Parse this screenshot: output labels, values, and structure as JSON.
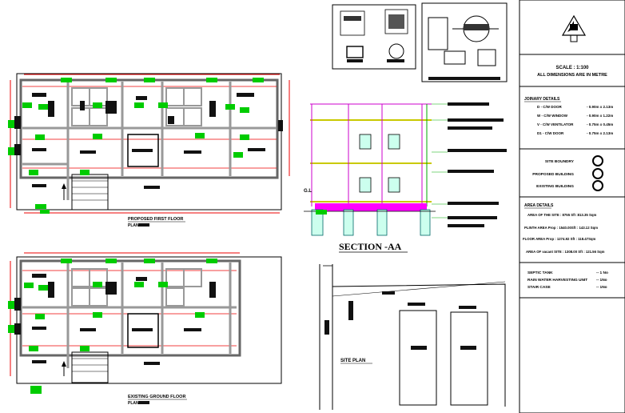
{
  "drawing": {
    "first_floor_title": "PROPOSED FIRST FLOOR",
    "first_floor_sub": "PLAN",
    "ground_floor_title": "EXISTING GROUND FLOOR",
    "ground_floor_sub": "PLAN",
    "section_title": "SECTION -AA",
    "gl_label": "G.L",
    "site_plan_title": "SITE PLAN"
  },
  "title_block": {
    "scale": "SCALE : 1:100",
    "dims_note": "ALL DIMENSIONS ARE IN METRE",
    "joinery_heading": "JOINARY DETAILS",
    "joinery": [
      {
        "code": "D - C/W DOOR",
        "size": "- 0.90m x 2.13m"
      },
      {
        "code": "W - C/W WINDOW",
        "size": "- 0.90m x 1.22m"
      },
      {
        "code": "V - C/W VENTILATOR",
        "size": "- 0.75m x 0.45m"
      },
      {
        "code": "D1 - C/W DOOR",
        "size": "- 0.75m x 2.13m"
      }
    ],
    "legend": [
      {
        "label": "SITE BOUNDRY"
      },
      {
        "label": "PROPOSED BUILDING"
      },
      {
        "label": "EXISTING BUILDING"
      }
    ],
    "area_heading": "AREA DETAILS",
    "areas": [
      "AREA OF THE SITE  :  8755 Sft  :813.35 Sqm",
      "PLINTH AREA Prop   :     1540.00Sft : 143.12 Sqm",
      "FLOOR AREA Prop   :    1274.92 Sft  :  118.47Sqm",
      "AREA OF vacant SITE  :  1308.00 Sft : 121.56 Sqm"
    ],
    "amenities": [
      {
        "name": "SEPTIC TANK",
        "count": "--  1 No"
      },
      {
        "name": "RAIN WATER HARVESTING UNIT",
        "count": "--  1No"
      },
      {
        "name": "STAIR CASE",
        "count": "--  1No"
      }
    ]
  }
}
